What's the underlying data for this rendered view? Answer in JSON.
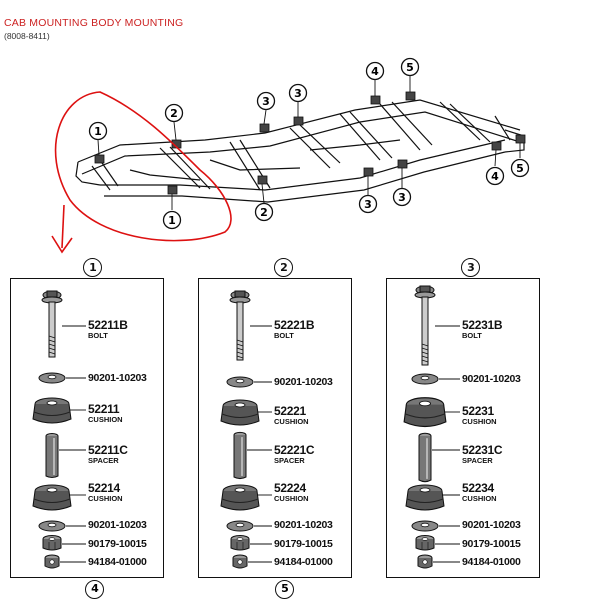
{
  "header": {
    "title": "CAB MOUNTING BODY MOUNTING",
    "code": "(8008-8411)"
  },
  "frame_callouts": [
    "1",
    "2",
    "3",
    "4",
    "5"
  ],
  "columns": [
    {
      "label": "1",
      "bolt": {
        "pn": "52211B",
        "desc": "BOLT"
      },
      "washer_top": {
        "pn": "90201-10203"
      },
      "cushion_top": {
        "pn": "52211",
        "desc": "CUSHION"
      },
      "spacer": {
        "pn": "52211C",
        "desc": "SPACER"
      },
      "cushion_bottom": {
        "pn": "52214",
        "desc": "CUSHION"
      },
      "washer_bottom": {
        "pn": "90201-10203"
      },
      "nut": {
        "pn": "90179-10015"
      },
      "cap": {
        "pn": "94184-01000"
      }
    },
    {
      "label": "2",
      "bolt": {
        "pn": "52221B",
        "desc": "BOLT"
      },
      "washer_top": {
        "pn": "90201-10203"
      },
      "cushion_top": {
        "pn": "52221",
        "desc": "CUSHION"
      },
      "spacer": {
        "pn": "52221C",
        "desc": "SPACER"
      },
      "cushion_bottom": {
        "pn": "52224",
        "desc": "CUSHION"
      },
      "washer_bottom": {
        "pn": "90201-10203"
      },
      "nut": {
        "pn": "90179-10015"
      },
      "cap": {
        "pn": "94184-01000"
      }
    },
    {
      "label": "3",
      "bolt": {
        "pn": "52231B",
        "desc": "BOLT"
      },
      "washer_top": {
        "pn": "90201-10203"
      },
      "cushion_top": {
        "pn": "52231",
        "desc": "CUSHION"
      },
      "spacer": {
        "pn": "52231C",
        "desc": "SPACER"
      },
      "cushion_bottom": {
        "pn": "52234",
        "desc": "CUSHION"
      },
      "washer_bottom": {
        "pn": "90201-10203"
      },
      "nut": {
        "pn": "90179-10015"
      },
      "cap": {
        "pn": "94184-01000"
      }
    }
  ],
  "bottom_labels": [
    "4",
    "5"
  ],
  "colors": {
    "annotation_red": "#dd1111",
    "title_red": "#cc2222",
    "line": "#111111"
  }
}
